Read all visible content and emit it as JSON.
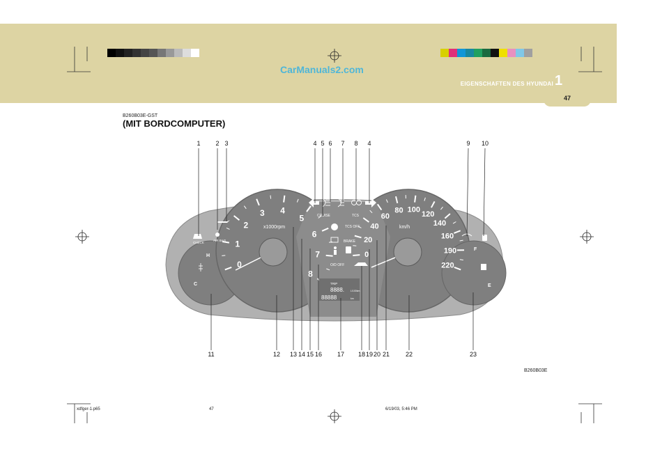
{
  "header": {
    "watermark": "CarManuals2.com",
    "chapter_title": "EIGENSCHAFTEN DES HYUNDAI",
    "chapter_number": "1",
    "page_number": "47"
  },
  "colors": {
    "band": "#ddd4a3",
    "gauge_face": "#7f7f7f",
    "cluster_body": "#b1b1b1",
    "watermark": "#4fb6d8",
    "color_bar": [
      "#d8d000",
      "#e0307a",
      "#1096d8",
      "#1888a0",
      "#20a060",
      "#1a6a40",
      "#111111",
      "#f0e000",
      "#e890c0",
      "#80c8e8",
      "#a0a0a0"
    ],
    "gray_bar": [
      "#000000",
      "#111111",
      "#222222",
      "#333333",
      "#444444",
      "#555555",
      "#777777",
      "#999999",
      "#bbbbbb",
      "#dddddd",
      "#ffffff"
    ]
  },
  "section": {
    "code": "B260B03E-GST",
    "heading": "(MIT BORDCOMPUTER)"
  },
  "callouts": {
    "top": [
      "1",
      "2",
      "3",
      "4",
      "5",
      "6",
      "7",
      "8",
      "4",
      "9",
      "10"
    ],
    "bottom": [
      "11",
      "12",
      "13",
      "14",
      "15",
      "16",
      "17",
      "18",
      "19",
      "20",
      "21",
      "22",
      "23"
    ]
  },
  "figure_code": "B260B03E",
  "footer": {
    "file": "xdfger-1.p65",
    "page": "47",
    "timestamp": "6/19/03, 5:46 PM"
  },
  "gauges": {
    "tacho_numbers": [
      "0",
      "1",
      "2",
      "3",
      "4",
      "5",
      "6",
      "7",
      "8"
    ],
    "tacho_unit": "x1000rpm",
    "speedo_numbers": [
      "0",
      "20",
      "40",
      "60",
      "80",
      "100",
      "120",
      "140",
      "160",
      "190",
      "220"
    ],
    "speedo_unit": "km/h",
    "temp_labels": [
      "H",
      "C"
    ],
    "fuel_labels": [
      "F",
      "E"
    ]
  },
  "warning_labels": {
    "check": "CHECK",
    "airbag": "AIR BAG",
    "cruise": "CRUISE",
    "tcs": "TCS",
    "tcs_off": "TCS OFF",
    "brake": "BRAKE",
    "od_off": "O/D OFF"
  },
  "display": {
    "trip_label": "TRIP",
    "line1": "8888.",
    "line1_unit": "L/100km",
    "line2": "88888",
    "line2_unit": "km"
  }
}
